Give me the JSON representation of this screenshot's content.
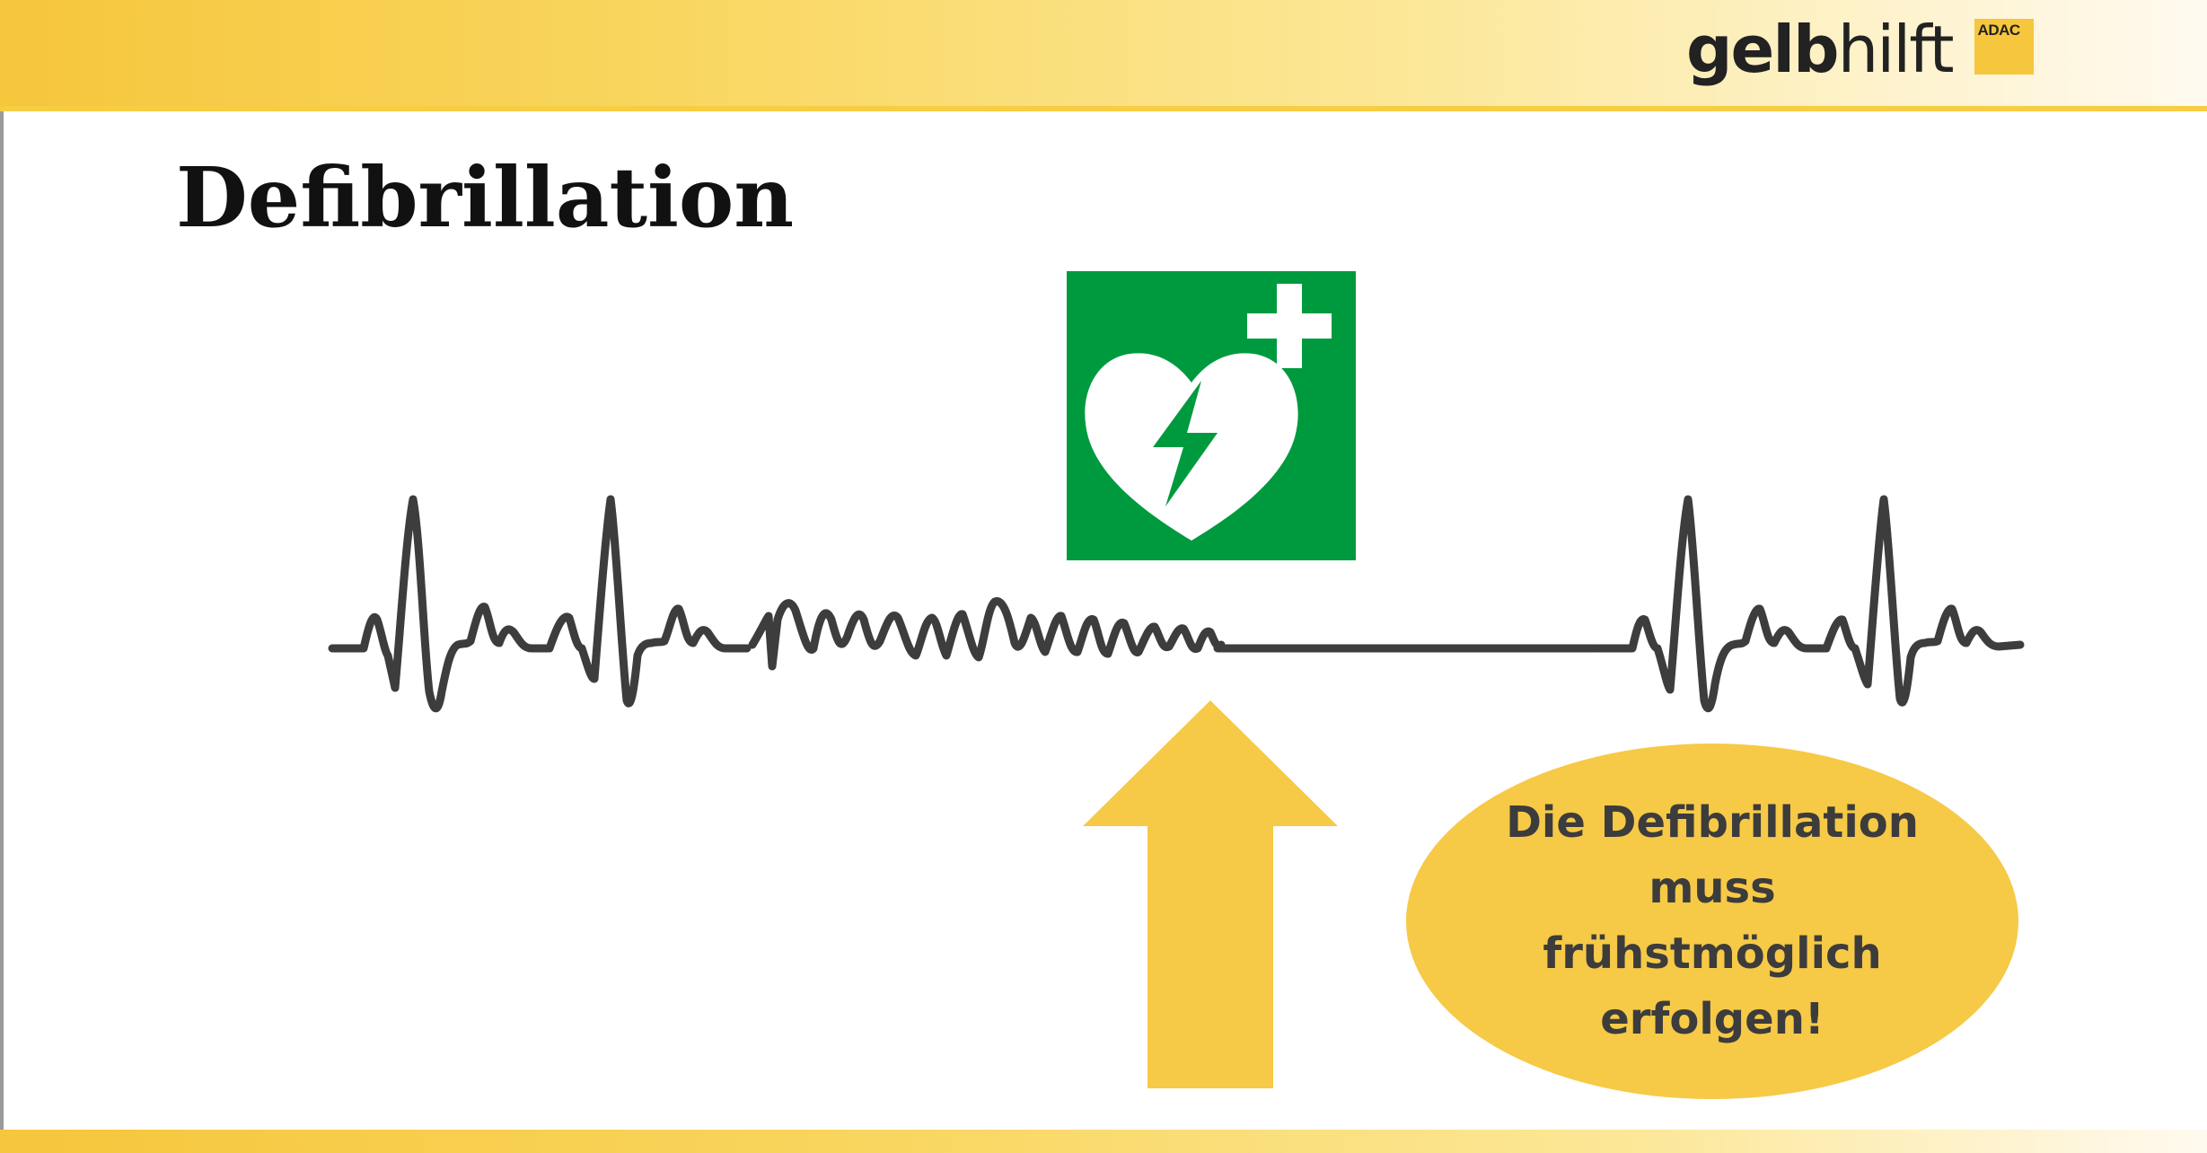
{
  "header": {
    "brand_bold": "gelb",
    "brand_light": "hilft",
    "partner_badge": "ADAC"
  },
  "slide": {
    "title": "Defibrillation"
  },
  "aed_sign": {
    "icon": "aed-heart-lightning-icon",
    "background_color": "#009a3e",
    "symbol_color": "#ffffff"
  },
  "ecg_strip": {
    "line_color": "#3d3d3d",
    "segments": [
      "normal-rhythm",
      "ventricular-fibrillation",
      "flatline-after-shock",
      "normal-rhythm"
    ]
  },
  "arrow": {
    "color": "#f6c947",
    "direction": "up"
  },
  "callout": {
    "lines": [
      "Die Defibrillation",
      "muss",
      "frühstmöglich",
      "erfolgen!"
    ],
    "color": "#f6c947"
  },
  "colors": {
    "brand_yellow": "#f6c63c",
    "text_dark": "#111111"
  }
}
